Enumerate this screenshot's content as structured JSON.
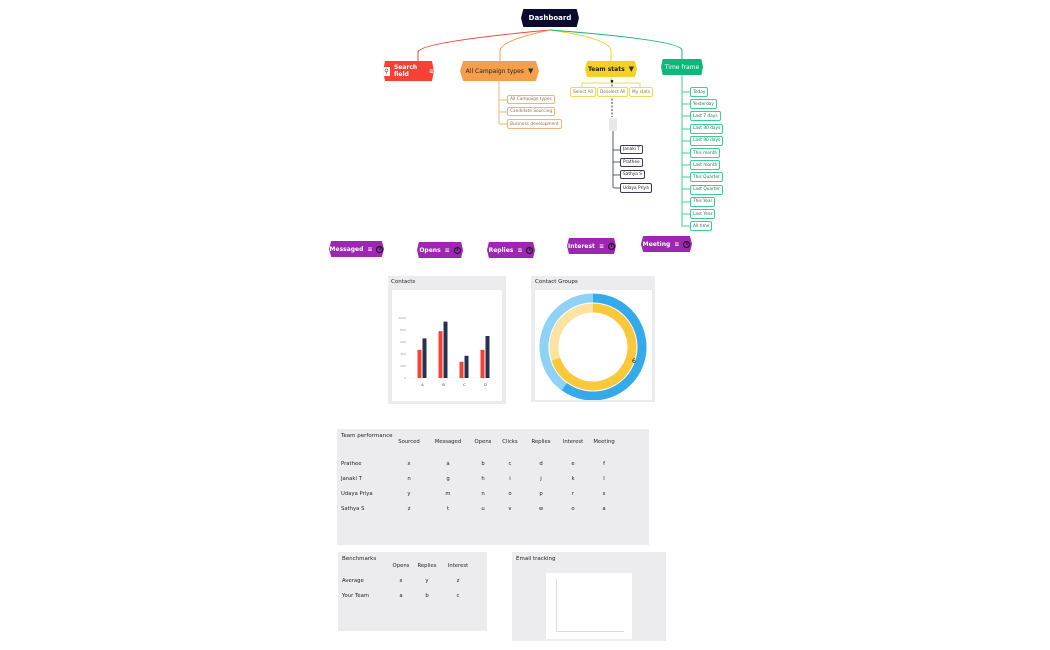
{
  "root": {
    "title": "Dashboard",
    "color": "#0b0b2e"
  },
  "search": {
    "label": "Search field",
    "color": "#f44336",
    "icon": "search-icon"
  },
  "campaign": {
    "label": "All Campaign types",
    "color": "#f59e4c",
    "options": [
      "All Campaign types",
      "Candidate Sourcing",
      "Business development"
    ]
  },
  "team_stats": {
    "label": "Team stats",
    "color": "#f2d024",
    "options": [
      "Select All",
      "Deselect All",
      "My stats"
    ],
    "members": [
      "Janaki T",
      "Prathee",
      "Sathya S",
      "Udaya Priya"
    ]
  },
  "time_frame": {
    "label": "Time frame",
    "color": "#0fb77a",
    "options": [
      "Today",
      "Yesterday",
      "Last 7 days",
      "Last 30 days",
      "Last 90 days",
      "This month",
      "Last month",
      "This Quarter",
      "Last Quarter",
      "This Year",
      "Last Year",
      "All time"
    ]
  },
  "metrics": {
    "color": "#9c27b0",
    "items": [
      "Messaged",
      "Opens",
      "Replies",
      "Interest",
      "Meeting"
    ],
    "info_glyph": "i"
  },
  "contacts": {
    "title": "Contacts"
  },
  "contact_groups": {
    "title": "Contact Groups",
    "label": "6"
  },
  "chart_data": [
    {
      "type": "bar",
      "categories": [
        "A",
        "B",
        "C",
        "D"
      ],
      "ylim": [
        0,
        1000
      ],
      "yticks": [
        0,
        200,
        400,
        600,
        800,
        1000
      ],
      "series": [
        {
          "color": "#f44336",
          "values": [
            470,
            780,
            270,
            470
          ]
        },
        {
          "color": "#26304f",
          "values": [
            660,
            940,
            370,
            700
          ]
        }
      ]
    },
    {
      "type": "pie",
      "variant": "double-donut",
      "rings": [
        {
          "values": [
            60,
            40
          ],
          "colors": [
            "#35aaeb",
            "#8ed3f5"
          ]
        },
        {
          "values": [
            70,
            30
          ],
          "colors": [
            "#f9c93b",
            "#fde3a0"
          ]
        }
      ],
      "label": "6"
    }
  ],
  "team_performance": {
    "title": "Team performance",
    "columns": [
      "Sourced",
      "Messaged",
      "Opens",
      "Clicks",
      "Replies",
      "Interest",
      "Meeting"
    ],
    "rows": [
      {
        "name": "Prathee",
        "values": [
          "x",
          "a",
          "b",
          "c",
          "d",
          "e",
          "f"
        ]
      },
      {
        "name": "Janaki T",
        "values": [
          "n",
          "g",
          "h",
          "i",
          "j",
          "k",
          "l"
        ]
      },
      {
        "name": "Udaya Priya",
        "values": [
          "y",
          "m",
          "n",
          "o",
          "p",
          "r",
          "s"
        ]
      },
      {
        "name": "Sathya S",
        "values": [
          "z",
          "t",
          "u",
          "v",
          "w",
          "o",
          "a"
        ]
      }
    ]
  },
  "benchmarks": {
    "title": "Benchmarks",
    "columns": [
      "Opens",
      "Replies",
      "Interest"
    ],
    "rows": [
      {
        "name": "Average",
        "values": [
          "x",
          "y",
          "z"
        ]
      },
      {
        "name": "Your Team",
        "values": [
          "a",
          "b",
          "c"
        ]
      }
    ]
  },
  "email_tracking": {
    "title": "Email tracking"
  }
}
